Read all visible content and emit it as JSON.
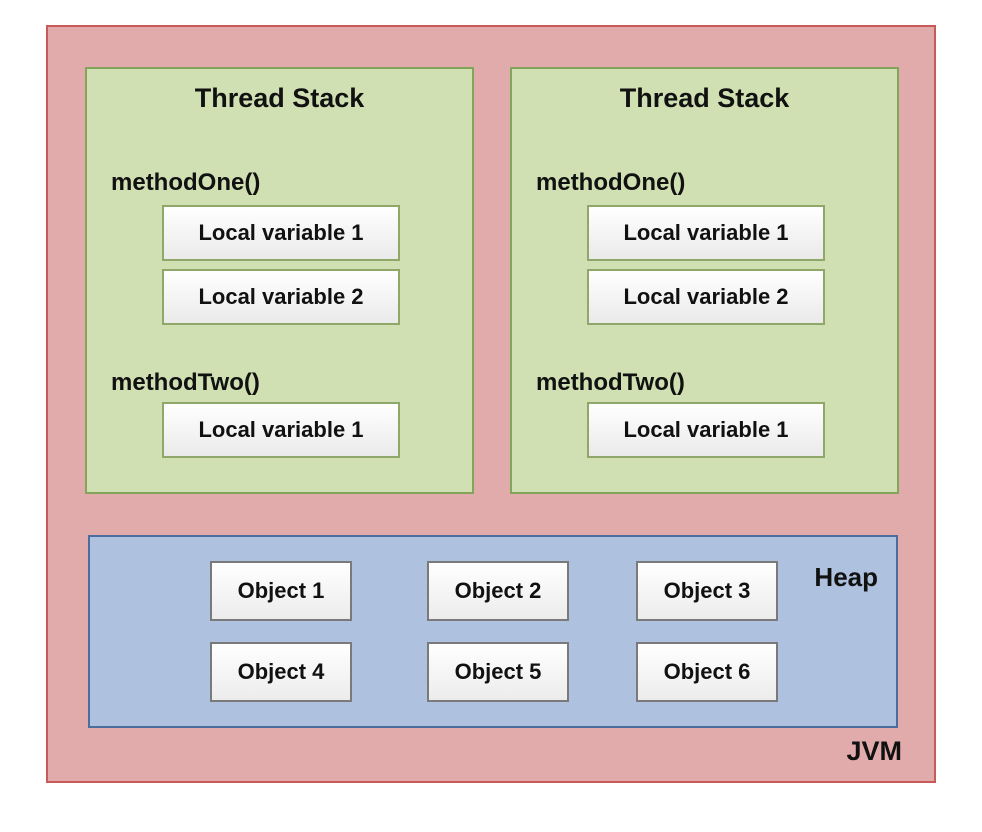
{
  "jvm": {
    "label": "JVM"
  },
  "stacks": [
    {
      "title": "Thread Stack",
      "methods": [
        {
          "name": "methodOne()",
          "variables": [
            "Local variable 1",
            "Local variable 2"
          ]
        },
        {
          "name": "methodTwo()",
          "variables": [
            "Local variable 1"
          ]
        }
      ]
    },
    {
      "title": "Thread Stack",
      "methods": [
        {
          "name": "methodOne()",
          "variables": [
            "Local variable 1",
            "Local variable 2"
          ]
        },
        {
          "name": "methodTwo()",
          "variables": [
            "Local variable 1"
          ]
        }
      ]
    }
  ],
  "heap": {
    "label": "Heap",
    "objects": [
      "Object 1",
      "Object 2",
      "Object 3",
      "Object 4",
      "Object 5",
      "Object 6"
    ]
  },
  "colors": {
    "jvm_fill": "#e2abab",
    "jvm_border": "#c85a5a",
    "stack_fill": "#d0e0b2",
    "stack_border": "#83a45b",
    "heap_fill": "#aec2df",
    "heap_border": "#4a6d9e"
  }
}
